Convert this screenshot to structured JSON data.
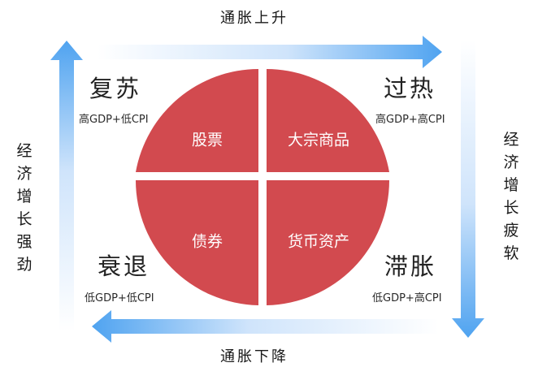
{
  "cycle": {
    "top_label": "通胀上升",
    "bottom_label": "通胀下降",
    "left_label": "经济增长强劲",
    "right_label": "经济增长疲软"
  },
  "quadrants": {
    "recovery": {
      "phase": "复苏",
      "condition": "高GDP+低CPI",
      "asset": "股票"
    },
    "overheat": {
      "phase": "过热",
      "condition": "高GDP+高CPI",
      "asset": "大宗商品"
    },
    "recession": {
      "phase": "衰退",
      "condition": "低GDP+低CPI",
      "asset": "债券"
    },
    "stagflation": {
      "phase": "滞胀",
      "condition": "低GDP+高CPI",
      "asset": "货币资产"
    }
  },
  "colors": {
    "circle_red": "#d24a4f",
    "arrow_blue": "#4fa3f0",
    "arrow_light": "#e4f1fd"
  }
}
